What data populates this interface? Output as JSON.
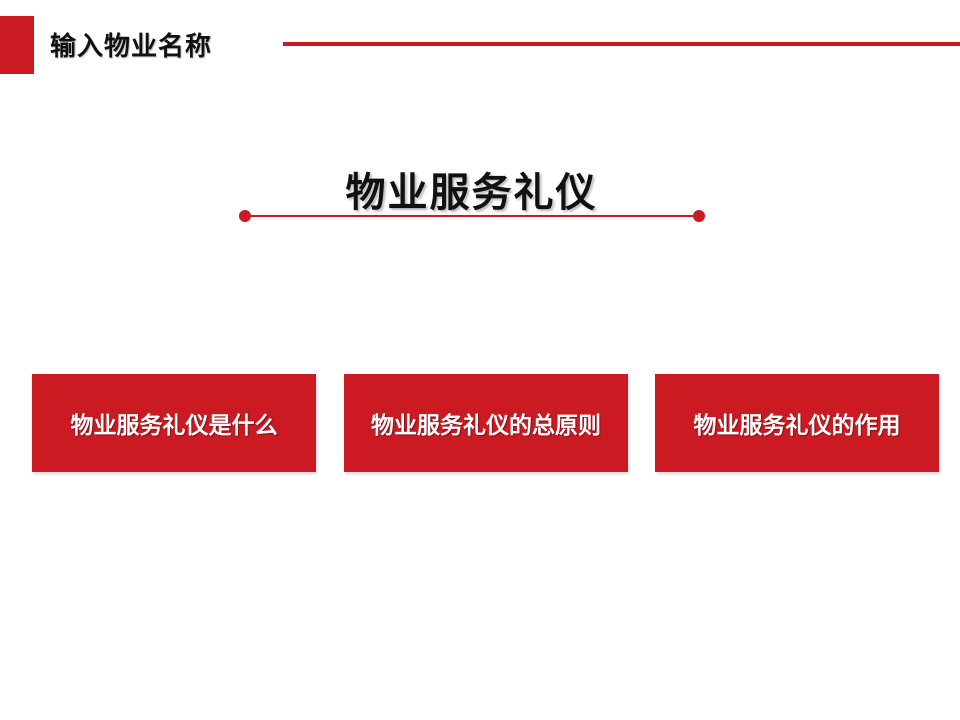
{
  "header": {
    "title": "输入物业名称",
    "accent_color": "#cc1a22"
  },
  "main": {
    "title": "物业服务礼仪"
  },
  "cards": [
    {
      "label": "物业服务礼仪是什么"
    },
    {
      "label": "物业服务礼仪的总原则"
    },
    {
      "label": "物业服务礼仪的作用"
    }
  ]
}
